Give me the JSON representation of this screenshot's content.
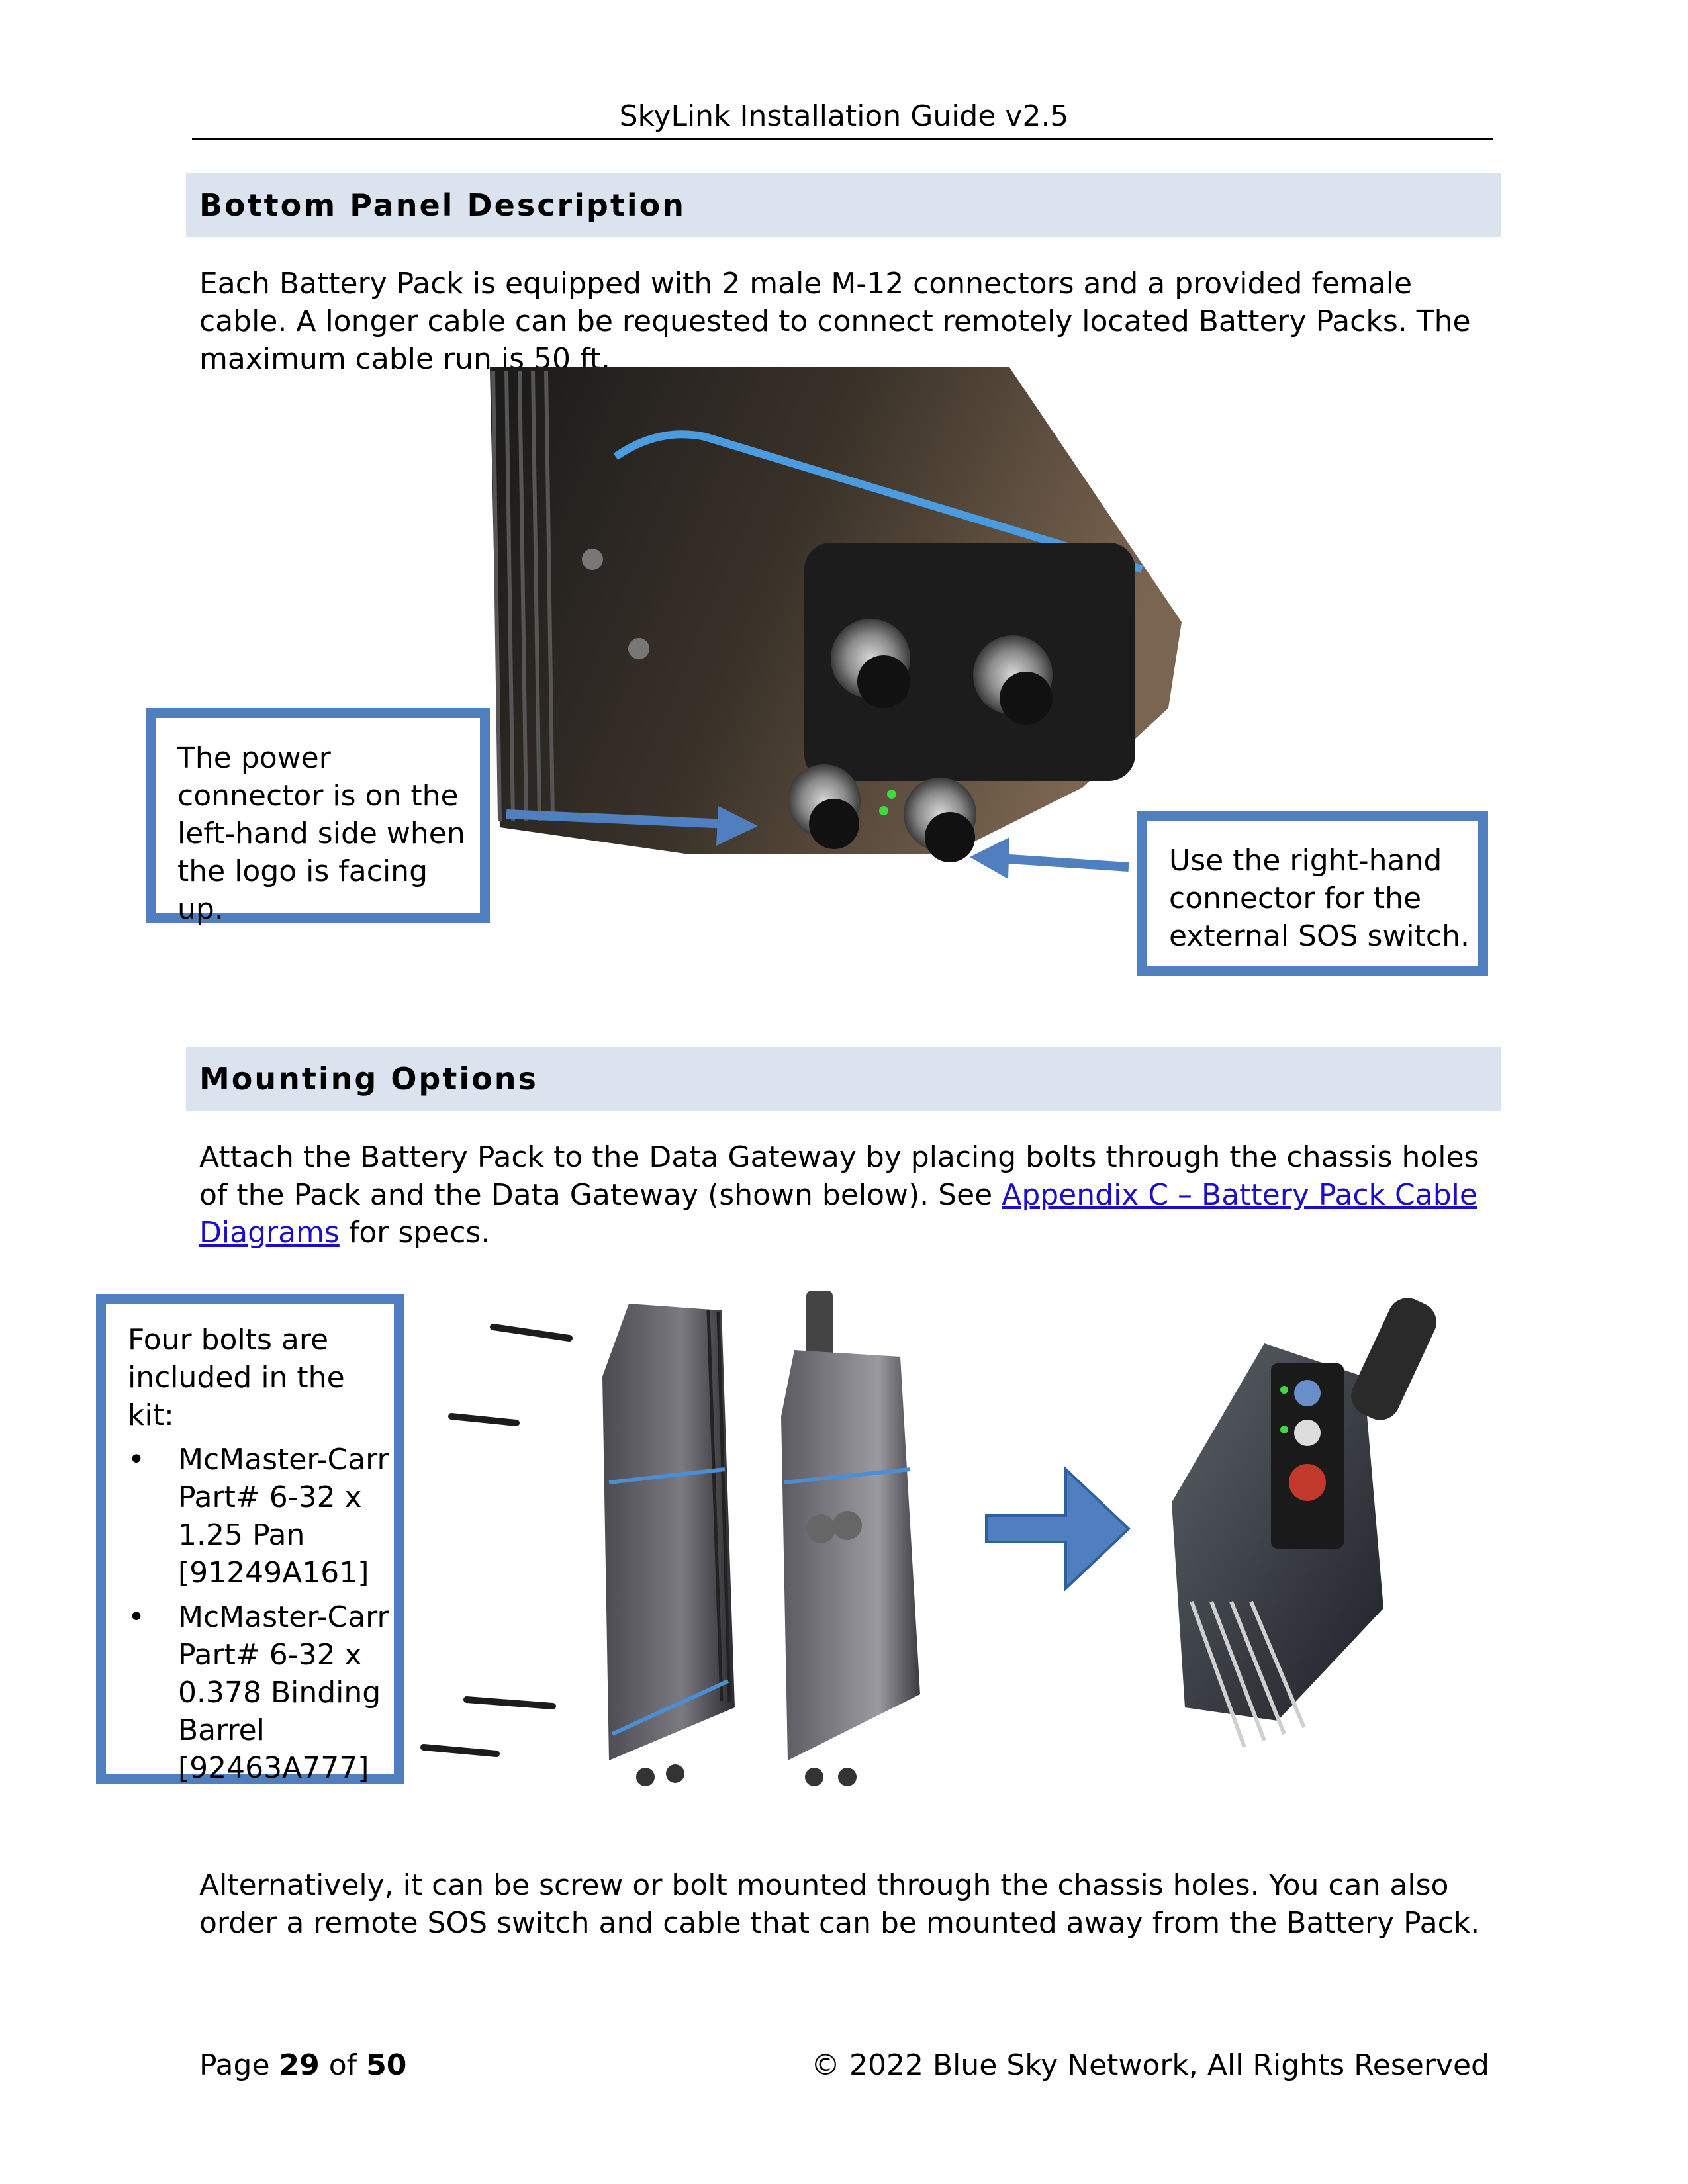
{
  "header": {
    "title": "SkyLink Installation Guide v2.5"
  },
  "sections": {
    "bottom_panel": {
      "title": "Bottom Panel Description",
      "paragraph": "Each Battery Pack is equipped with 2 male M-12 connectors and a provided female cable. A longer cable can be requested to connect remotely located Battery Packs. The maximum cable run is 50 ft.",
      "callout_left": "The power connector is on the left-hand side when the logo is facing up.",
      "callout_right": "Use the right-hand connector for the external SOS switch."
    },
    "mounting": {
      "title": "Mounting Options",
      "paragraph_start": "Attach the Battery Pack to the Data Gateway by placing bolts through the chassis holes of the Pack and the Data Gateway (shown below). See ",
      "link_text": "Appendix C – Battery Pack Cable Diagrams",
      "paragraph_end": " for specs.",
      "bolts_box": {
        "intro": "Four bolts are included in the kit:",
        "items": [
          "McMaster-Carr Part# 6-32 x 1.25 Pan [91249A161]",
          "McMaster-Carr Part# 6-32 x 0.378 Binding Barrel [92463A777]"
        ],
        "bullet": "•"
      },
      "closing_paragraph": "Alternatively, it can be screw or bolt mounted through the chassis holes. You can also order a remote SOS switch and cable that can be mounted away from the Battery Pack."
    }
  },
  "footer": {
    "page_label": "Page",
    "page_number": "29",
    "of_label": "of",
    "page_total": "50",
    "copyright": "© 2022 Blue Sky Network, All Rights Reserved"
  },
  "colors": {
    "accent_blue": "#4f7fbf",
    "section_bg": "#dbe3ef",
    "link": "#1a0dcc"
  }
}
